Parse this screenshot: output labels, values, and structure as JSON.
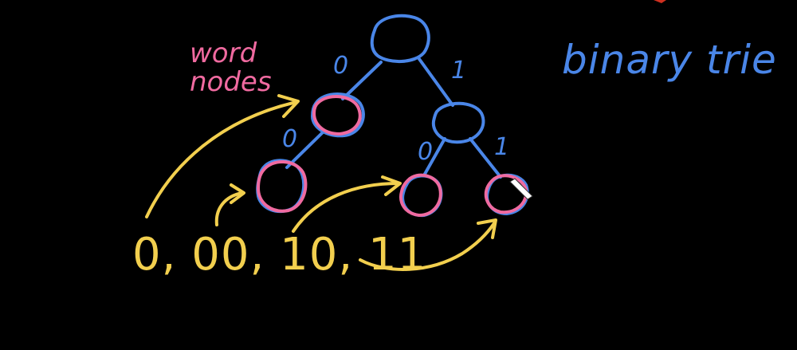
{
  "title": "binary trie",
  "note": {
    "line1": "word",
    "line2": "nodes"
  },
  "words_list": "0, 00, 10, 11",
  "edges": {
    "root_left": "0",
    "root_right": "1",
    "n0_left": "0",
    "n1_left": "0",
    "n1_right": "1"
  },
  "colors": {
    "background": "#000000",
    "trie_blue": "#4a86e8",
    "word_pink": "#f06aa0",
    "arrow_yellow": "#f2cf4e",
    "cursor": "#ffffff"
  },
  "word_nodes": [
    "0",
    "00",
    "10",
    "11"
  ]
}
